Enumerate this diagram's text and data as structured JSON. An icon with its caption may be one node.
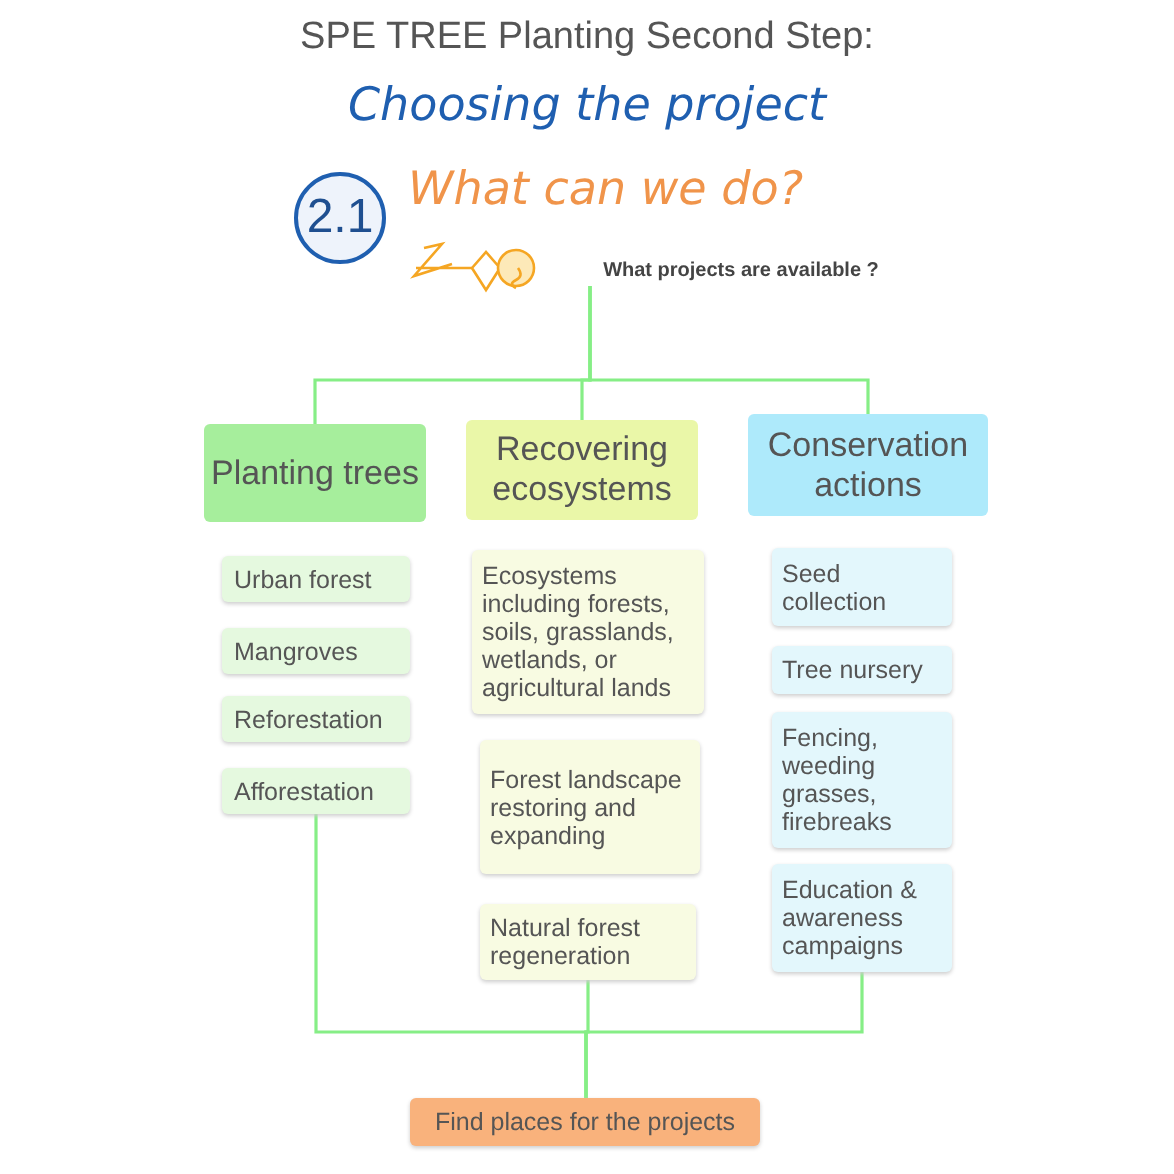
{
  "diagram": {
    "title": "SPE TREE Planting Second Step:",
    "nodes": [
      {
        "text": [
          "2.1"
        ]
      },
      {
        "text": [
          "What projects are available ?"
        ]
      },
      {
        "text": [
          "Planting trees"
        ]
      },
      {
        "text": [
          "Recovering ecosystems"
        ]
      },
      {
        "text": [
          "Conservation actions"
        ]
      },
      {
        "text": [
          "Urban forest"
        ]
      },
      {
        "text": [
          "Mangroves"
        ]
      },
      {
        "text": [
          "Reforestation"
        ]
      },
      {
        "text": [
          "Afforestation"
        ]
      },
      {
        "text": [
          "Ecosystems including forests, soils, grasslands, wetlands, or agricultural lands"
        ]
      },
      {
        "text": [
          "Forest landscape restoring and expanding"
        ]
      },
      {
        "text": [
          "Natural forest regeneration"
        ]
      },
      {
        "text": [
          "Seed collection"
        ]
      },
      {
        "text": [
          "Tree nursery"
        ]
      },
      {
        "text": [
          "Fencing, weeding grasses, firebreaks"
        ]
      },
      {
        "text": [
          "Education & awareness campaigns"
        ]
      },
      {
        "text": [
          "Find places for the projects"
        ]
      }
    ],
    "edges": [
      {
        "from": 1,
        "to": 2,
        "arrow": "none"
      },
      {
        "from": 1,
        "to": 3,
        "arrow": "none"
      },
      {
        "from": 1,
        "to": 4,
        "arrow": "none"
      },
      {
        "from": 8,
        "to": 16,
        "arrow": "none"
      },
      {
        "from": 11,
        "to": 16,
        "arrow": "none"
      },
      {
        "from": 15,
        "to": 16,
        "arrow": "none"
      }
    ],
    "labels": [
      "Choosing the project",
      "What can we do?"
    ]
  }
}
